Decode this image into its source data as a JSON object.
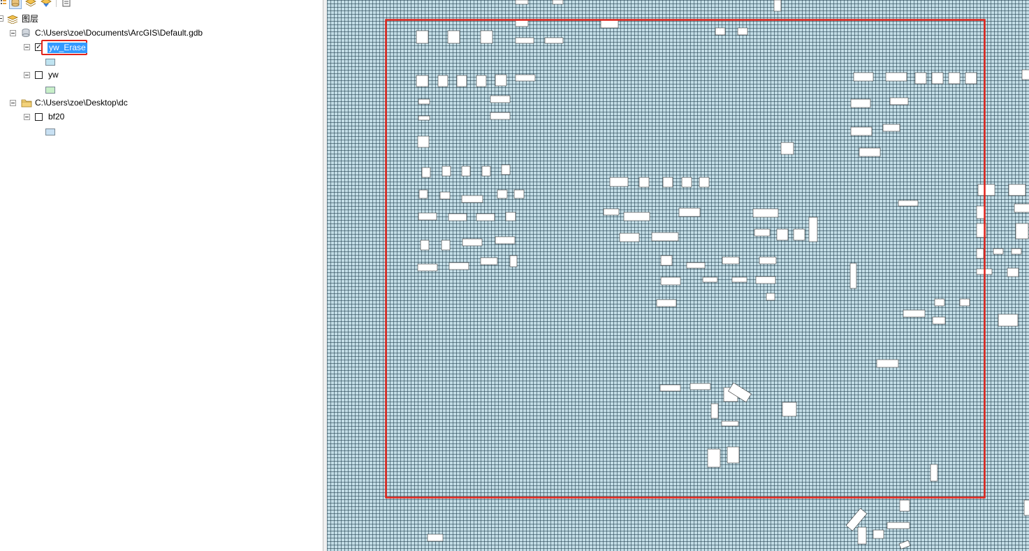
{
  "toolbar": {
    "buttons": [
      {
        "name": "list-by-drawing-order",
        "active": false
      },
      {
        "name": "list-by-source",
        "active": true
      },
      {
        "name": "list-by-visibility",
        "active": false
      },
      {
        "name": "list-by-selection",
        "active": false
      },
      {
        "name": "options",
        "active": false
      }
    ]
  },
  "toc": {
    "root_label": "图层",
    "groups": [
      {
        "path": "C:\\Users\\zoe\\Documents\\ArcGIS\\Default.gdb",
        "type": "geodatabase",
        "layers": [
          {
            "name": "yw_Erase",
            "checked": true,
            "selected": true,
            "fill": "#bfe3f0"
          },
          {
            "name": "yw",
            "checked": false,
            "selected": false,
            "fill": "#c8efc8"
          }
        ]
      },
      {
        "path": "C:\\Users\\zoe\\Desktop\\dc",
        "type": "folder",
        "layers": [
          {
            "name": "bf20",
            "checked": false,
            "selected": false,
            "fill": "#c8e0f2"
          }
        ]
      }
    ]
  },
  "map": {
    "fill_color": "#c3dde6",
    "grid_color": "#3b6474",
    "highlight_box_color": "#e2231a"
  }
}
